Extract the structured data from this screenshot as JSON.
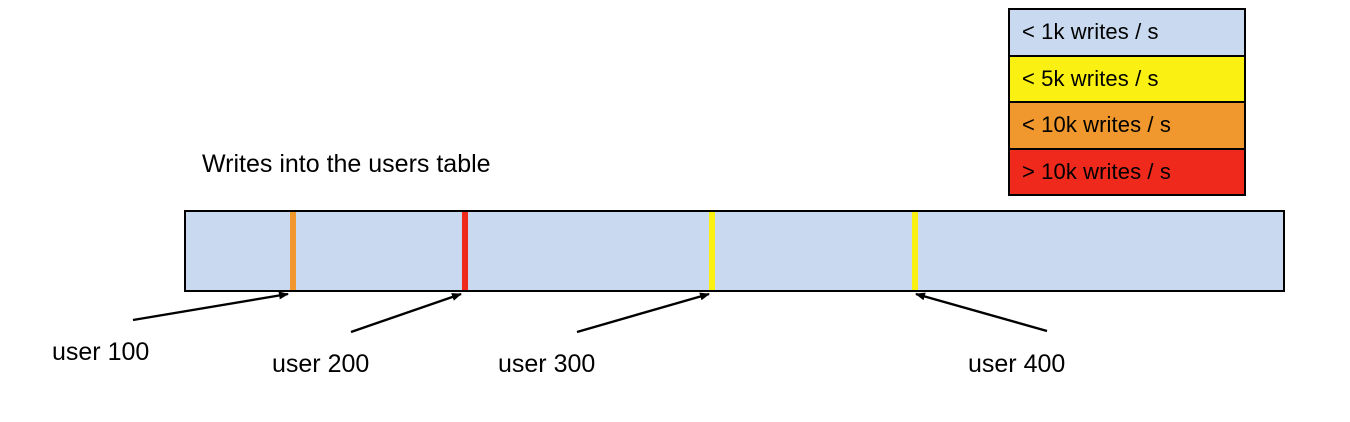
{
  "chart_data": {
    "type": "bar",
    "title": "Writes into the users table",
    "xlabel": "",
    "ylabel": "",
    "description": "Horizontal band representing the users table key range, shaded by write rate, with marker lines at individual hot user rows.",
    "band": {
      "fill_color": "#c9d9ef",
      "border_color": "#000000",
      "base_category": "< 1k writes / s"
    },
    "categories": [
      "user 100",
      "user 200",
      "user 300",
      "user 400"
    ],
    "values": [
      "< 10k writes / s",
      "> 10k writes / s",
      "< 5k writes / s",
      "< 5k writes / s"
    ],
    "markers": [
      {
        "label": "user 100",
        "color": "#f0982d",
        "legend": "< 10k writes / s",
        "x_pct": 9.5
      },
      {
        "label": "user 200",
        "color": "#ef2a1c",
        "legend": "> 10k writes / s",
        "x_pct": 25.2
      },
      {
        "label": "user 300",
        "color": "#faf113",
        "legend": "< 5k writes / s",
        "x_pct": 47.7
      },
      {
        "label": "user 400",
        "color": "#faf113",
        "legend": "< 5k writes / s",
        "x_pct": 66.2
      }
    ],
    "legend_position": "top-right",
    "grid": false
  },
  "legend": {
    "rows": [
      {
        "label": "< 1k writes / s",
        "color": "#c9d9ef"
      },
      {
        "label": "< 5k writes / s",
        "color": "#faf113"
      },
      {
        "label": "< 10k writes / s",
        "color": "#f0982d"
      },
      {
        "label": "> 10k writes / s",
        "color": "#ef2a1c"
      }
    ]
  },
  "labels": {
    "user_100": "user 100",
    "user_200": "user 200",
    "user_300": "user 300",
    "user_400": "user 400"
  }
}
